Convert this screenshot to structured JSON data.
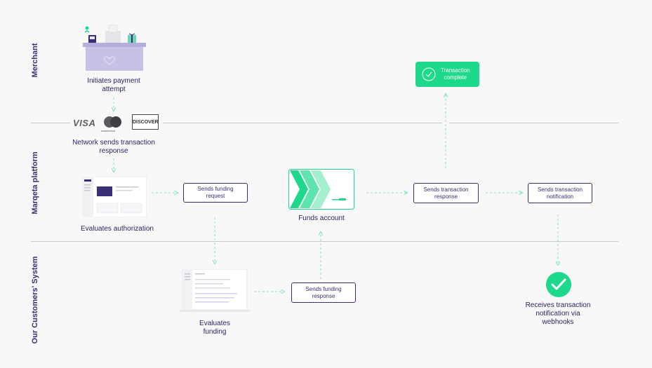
{
  "lanes": {
    "merchant": "Merchant",
    "platform": "Marqeta platform",
    "customers": "Our Customers' System"
  },
  "networks": {
    "visa": "VISA",
    "mastercard": "mastercard",
    "discover": "DISCOVER"
  },
  "captions": {
    "initiates_line1": "Initiates payment",
    "initiates_line2": "attempt",
    "network_line1": "Network sends transaction",
    "network_line2": "response",
    "evaluates_auth": "Evaluates authorization",
    "funds_account": "Funds account",
    "evaluates_funding_line1": "Evaluates",
    "evaluates_funding_line2": "funding",
    "receives_line1": "Receives transaction",
    "receives_line2": "notification via",
    "receives_line3": "webhooks"
  },
  "boxes": {
    "sends_funding_request": [
      "Sends funding",
      "request"
    ],
    "sends_transaction_response": [
      "Sends transaction",
      "response"
    ],
    "sends_transaction_notification": [
      "Sends transaction",
      "notification"
    ],
    "sends_funding_response": [
      "Sends funding",
      "response"
    ],
    "transaction_complete": [
      "Transaction",
      "complete"
    ]
  },
  "colors": {
    "accent": "#1ed98c",
    "navy": "#3a2f74",
    "arrow": "#7fe3bd"
  }
}
